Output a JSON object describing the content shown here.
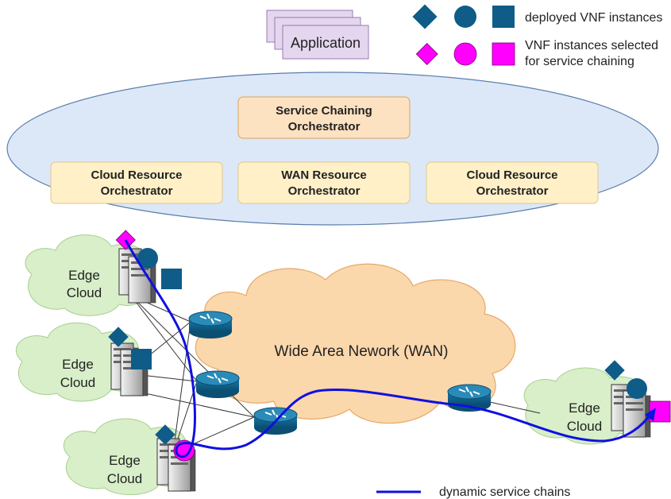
{
  "application": {
    "label": "Application"
  },
  "legend": {
    "deployed_label": "deployed VNF instances",
    "selected_label_line1": "VNF instances selected",
    "selected_label_line2": "for service chaining",
    "chain_label": "dynamic service chains",
    "colors": {
      "deployed": "#0e5c87",
      "selected": "#ff00ff",
      "chain": "#1010e0"
    }
  },
  "orchestrators": {
    "service_chaining": {
      "line1": "Service Chaining",
      "line2": "Orchestrator"
    },
    "cloud_left": {
      "line1": "Cloud Resource",
      "line2": "Orchestrator"
    },
    "wan": {
      "line1": "WAN Resource",
      "line2": "Orchestrator"
    },
    "cloud_right": {
      "line1": "Cloud Resource",
      "line2": "Orchestrator"
    }
  },
  "wan_cloud": {
    "label": "Wide Area Nework (WAN)"
  },
  "edge_clouds": [
    {
      "line1": "Edge",
      "line2": "Cloud"
    },
    {
      "line1": "Edge",
      "line2": "Cloud"
    },
    {
      "line1": "Edge",
      "line2": "Cloud"
    },
    {
      "line1": "Edge",
      "line2": "Cloud"
    }
  ]
}
